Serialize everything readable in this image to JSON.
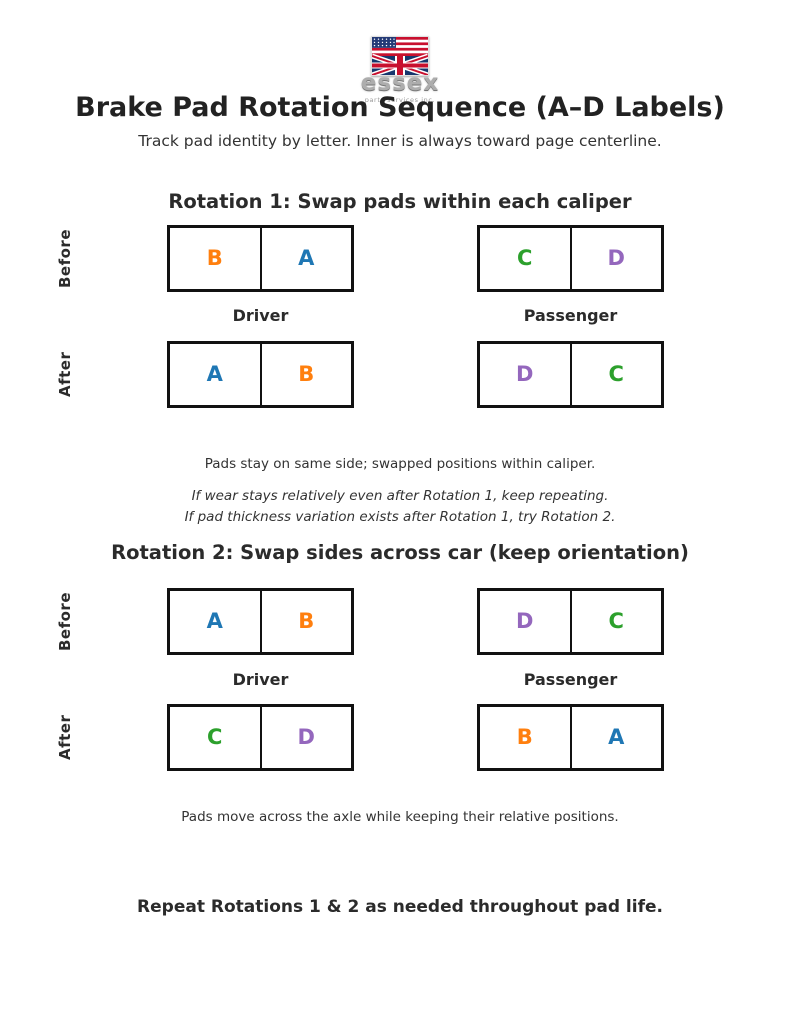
{
  "page": {
    "title": "Brake Pad Rotation Sequence (A–D Labels)",
    "subtitle": "Track pad identity by letter. Inner is always toward page centerline.",
    "footer": "Repeat Rotations 1 & 2 as needed throughout pad life."
  },
  "logo": {
    "name": "essex",
    "tagline": "parts services inc."
  },
  "labels": {
    "before": "Before",
    "after": "After",
    "driver": "Driver",
    "passenger": "Passenger"
  },
  "colors": {
    "A": "#1f77b4",
    "B": "#ff7f0e",
    "C": "#2ca02c",
    "D": "#9467bd"
  },
  "rotation1": {
    "heading": "Rotation 1: Swap pads within each caliper",
    "before": {
      "driver": [
        "B",
        "A"
      ],
      "passenger": [
        "C",
        "D"
      ]
    },
    "after": {
      "driver": [
        "A",
        "B"
      ],
      "passenger": [
        "D",
        "C"
      ]
    },
    "caption": "Pads stay on same side; swapped positions within caliper.",
    "note_line1": "If wear stays relatively even after Rotation 1, keep repeating.",
    "note_line2": "If pad thickness variation exists after Rotation 1, try Rotation 2."
  },
  "rotation2": {
    "heading": "Rotation 2: Swap sides across car (keep orientation)",
    "before": {
      "driver": [
        "A",
        "B"
      ],
      "passenger": [
        "D",
        "C"
      ]
    },
    "after": {
      "driver": [
        "C",
        "D"
      ],
      "passenger": [
        "B",
        "A"
      ]
    },
    "caption": "Pads move across the axle while keeping their relative positions."
  }
}
